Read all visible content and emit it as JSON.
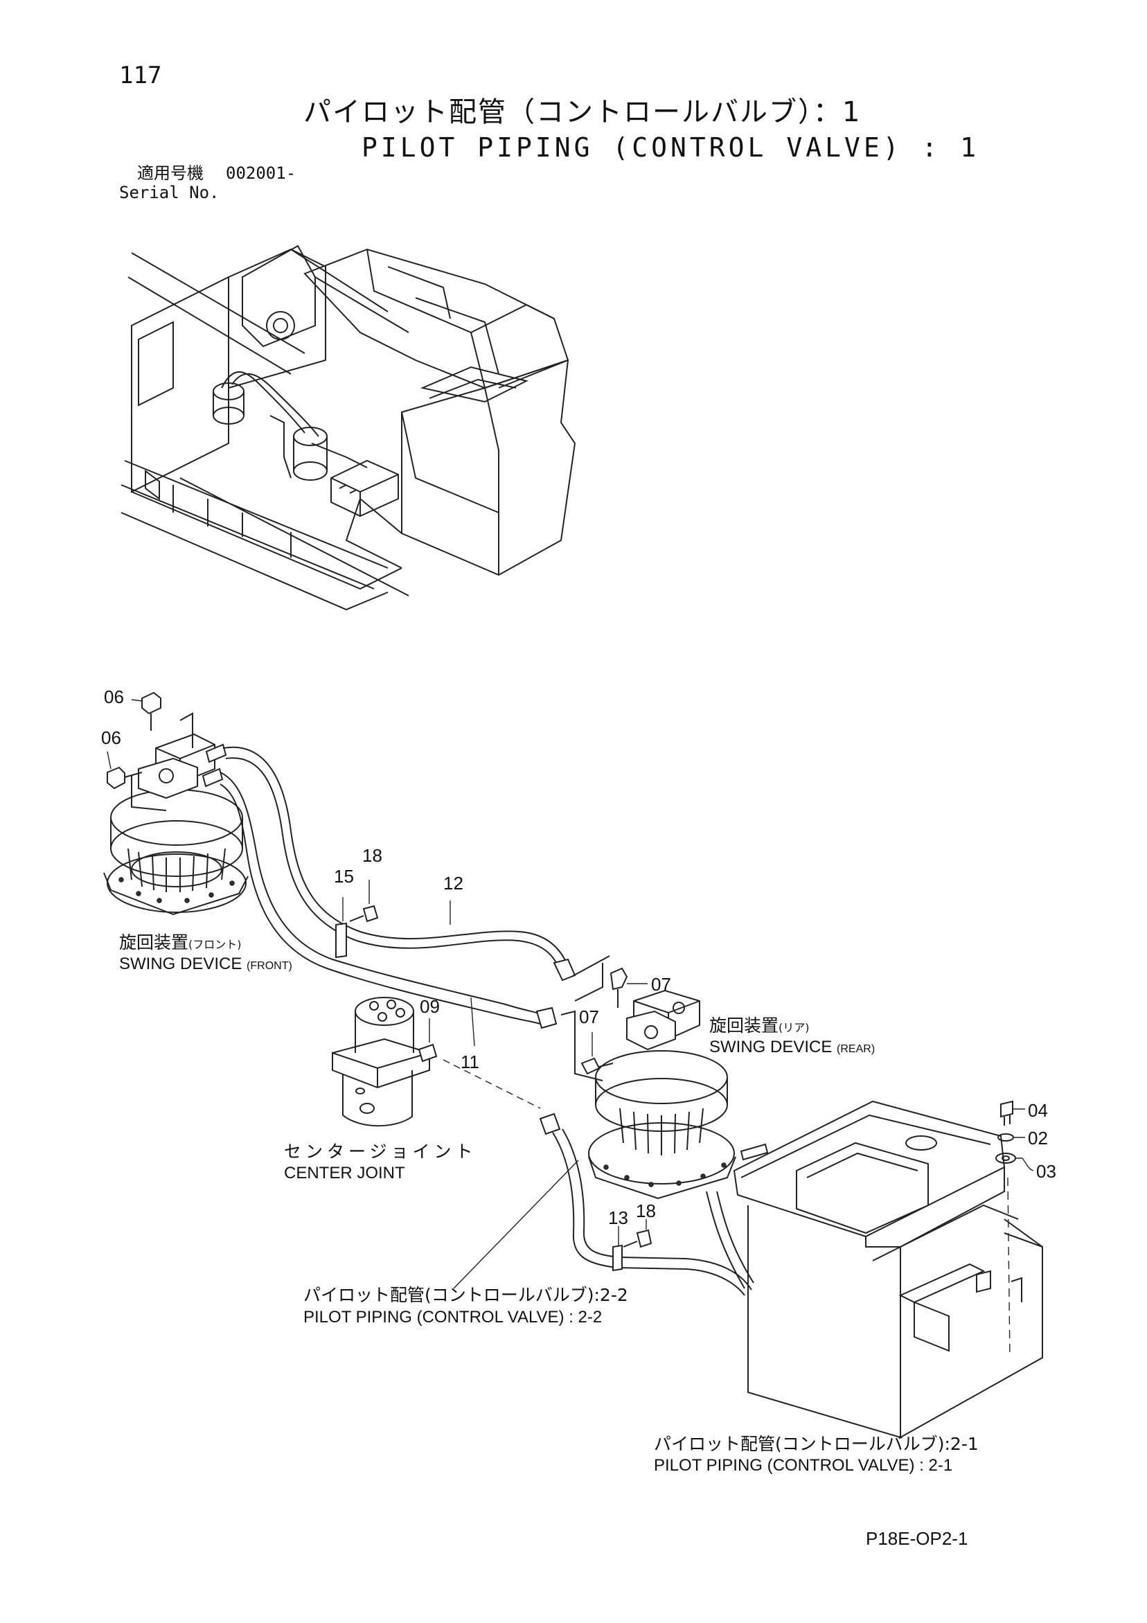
{
  "header": {
    "page_number": "117",
    "title_jp": "パイロット配管（コントロールバルブ）：1",
    "title_en": "PILOT PIPING (CONTROL VALVE) : 1",
    "serial_label_jp": "適用号機",
    "serial_value": "002001-",
    "serial_label_en": "Serial No."
  },
  "labels": {
    "swing_front_jp": "旋回装置",
    "swing_front_jp_suffix": "(フロント)",
    "swing_front_en": "SWING DEVICE",
    "swing_front_en_suffix": "(FRONT)",
    "swing_rear_jp": "旋回装置",
    "swing_rear_jp_suffix": "(リア)",
    "swing_rear_en": "SWING DEVICE",
    "swing_rear_en_suffix": "(REAR)",
    "center_joint_jp": "センタージョイント",
    "center_joint_en": "CENTER JOINT",
    "ref_22_jp": "パイロット配管(コントロールバルブ):2-2",
    "ref_22_en": "PILOT PIPING (CONTROL VALVE) : 2-2",
    "ref_21_jp": "パイロット配管(コントロールバルブ):2-1",
    "ref_21_en": "PILOT PIPING (CONTROL VALVE) : 2-1"
  },
  "callouts": {
    "c06a": "06",
    "c06b": "06",
    "c18a": "18",
    "c15": "15",
    "c12": "12",
    "c07a": "07",
    "c07b": "07",
    "c09": "09",
    "c11": "11",
    "c13": "13",
    "c18b": "18",
    "c04": "04",
    "c02": "02",
    "c03": "03"
  },
  "footer": {
    "doc_code": "P18E-OP2-1"
  }
}
